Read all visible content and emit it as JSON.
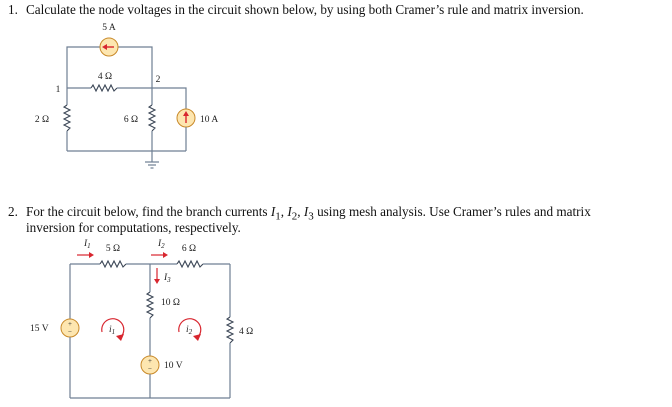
{
  "problem1": {
    "number": "1.",
    "text": "Calculate the node voltages in the circuit shown below, by using both Cramer’s rule and matrix inversion.",
    "labels": {
      "current_source_top": "5 A",
      "resistor_top": "4 Ω",
      "node1": "1",
      "node2": "2",
      "resistor_left": "2 Ω",
      "resistor_middle": "6 Ω",
      "current_source_right": "10 A"
    }
  },
  "problem2": {
    "number": "2.",
    "text_line1_a": "For the circuit below, find the branch currents ",
    "I1": "I",
    "I2": "I",
    "I3": "I",
    "sub1": "1",
    "sub2": "2",
    "sub3": "3",
    "sep": ", ",
    "text_line1_b": " using mesh analysis. Use Cramer’s rules and matrix",
    "text_line2": "inversion for computations, respectively.",
    "labels": {
      "I1": "I",
      "I1_sub": "1",
      "I2": "I",
      "I2_sub": "2",
      "I3": "I",
      "I3_sub": "3",
      "res_5": "5 Ω",
      "res_6": "6 Ω",
      "res_10": "10 Ω",
      "res_4": "4 Ω",
      "vsrc_15": "15 V",
      "vsrc_10": "10 V",
      "mesh_i1": "i",
      "mesh_i1_sub": "1",
      "mesh_i2": "i",
      "mesh_i2_sub": "2",
      "plus": "+",
      "minus": "−"
    }
  },
  "colors": {
    "wire": "#6f7f93",
    "source_fill": "#fde6b0",
    "source_stroke": "#c98a2a",
    "arrow": "#d8262f"
  }
}
